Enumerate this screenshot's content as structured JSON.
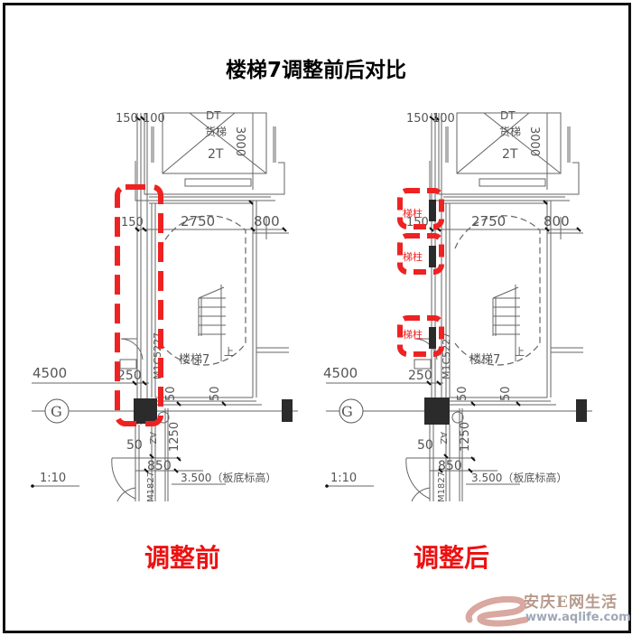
{
  "title": "楼梯7调整前后对比",
  "panels": [
    {
      "id": "before",
      "caption": "调整前",
      "labels": {
        "dim_top_left": "150",
        "dim_top_mid": "100",
        "elevator_code": "DT",
        "elevator_name": "货梯",
        "elevator_capacity": "2T",
        "elevator_dim": "3000",
        "dim_150": "150",
        "dim_2750": "2750",
        "dim_800": "800",
        "stair_name": "楼梯7",
        "stair_up": "上",
        "door_code": "M1C5227",
        "dim_4500": "4500",
        "dim_250": "250",
        "dim_50a": "50",
        "dim_50b": "50",
        "axis": "G",
        "dim_50c": "50",
        "dim_1250": "1250",
        "dim_850": "850",
        "door_code2": "M1827",
        "elev_level": "3.500（板底标高）",
        "scale": "1:10",
        "fire_mark": "AZ"
      },
      "highlights": []
    },
    {
      "id": "after",
      "caption": "调整后",
      "labels": {
        "dim_top_left": "150",
        "dim_top_mid": "100",
        "elevator_code": "DT",
        "elevator_name": "货梯",
        "elevator_capacity": "2T",
        "elevator_dim": "3000",
        "dim_150": "150",
        "dim_2750": "2750",
        "dim_800": "800",
        "stair_name": "楼梯7",
        "stair_up": "上",
        "door_code": "M1C5227",
        "dim_4500": "4500",
        "dim_250": "250",
        "dim_50a": "50",
        "dim_50b": "50",
        "axis": "G",
        "dim_50c": "50",
        "dim_1250": "1250",
        "dim_850": "850",
        "door_code2": "M1827",
        "elev_level": "3.500（板底标高）",
        "scale": "1:10",
        "fire_mark": "AZ"
      },
      "highlights": [
        {
          "label": "梯柱"
        },
        {
          "label": "梯柱"
        },
        {
          "label": "梯柱"
        }
      ]
    }
  ],
  "colors": {
    "highlight": "#ee2222",
    "line": "#555555",
    "column": "#2b2b2b"
  },
  "watermark": {
    "name": "安庆E网生活",
    "url": "www.aqlife.com"
  }
}
